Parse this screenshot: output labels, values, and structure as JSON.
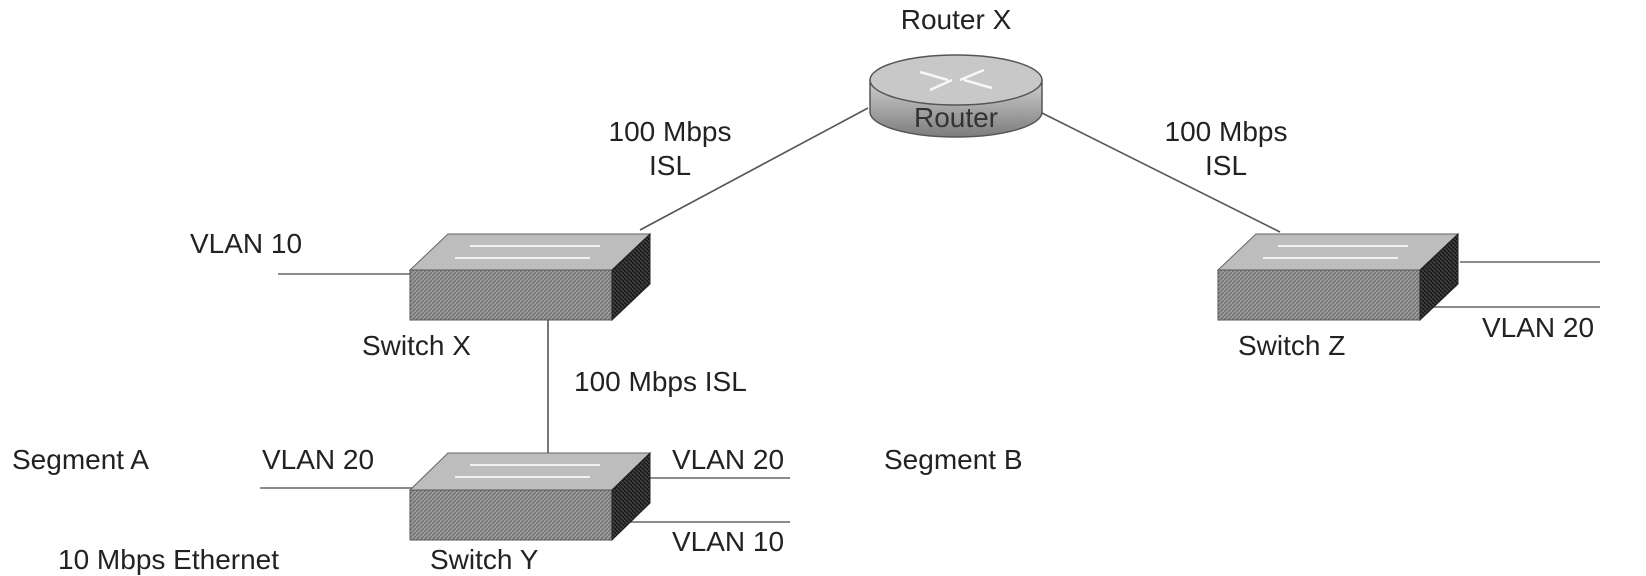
{
  "devices": {
    "router_x": {
      "name": "Router X",
      "icon_label": "Router"
    },
    "switch_x": {
      "name": "Switch X"
    },
    "switch_y": {
      "name": "Switch Y"
    },
    "switch_z": {
      "name": "Switch Z"
    }
  },
  "links": {
    "router_to_switch_x": {
      "speed": "100 Mbps",
      "type": "ISL"
    },
    "router_to_switch_z": {
      "speed": "100 Mbps",
      "type": "ISL"
    },
    "switch_x_to_switch_y": "100 Mbps ISL"
  },
  "ports": {
    "switch_x_left": "VLAN 10",
    "switch_y_left": "VLAN 20",
    "switch_y_right_top": "VLAN 20",
    "switch_y_right_bottom": "VLAN 10",
    "switch_z_right": "VLAN 20"
  },
  "segments": {
    "segment_a": "Segment A",
    "segment_b": "Segment B",
    "ethernet": "10 Mbps Ethernet"
  },
  "colors": {
    "line": "#555555",
    "switch_top": "#bdbdbd",
    "switch_front": "#8a8a8a",
    "switch_side": "#2a2a2a",
    "router_body": "#b5b5b5"
  }
}
